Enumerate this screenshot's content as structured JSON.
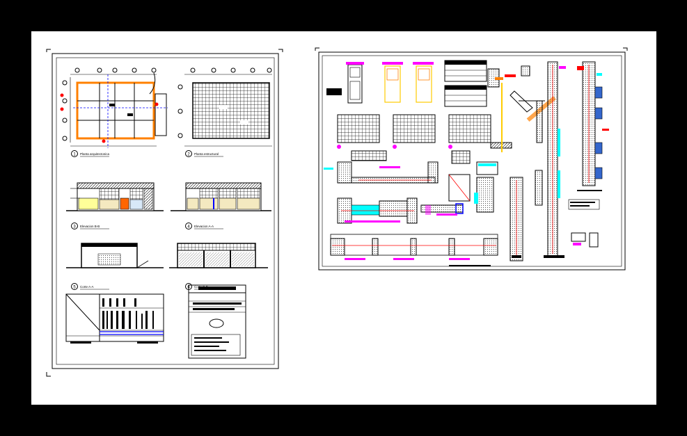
{
  "sheet1": {
    "labels": [
      {
        "num": "1",
        "title": "Planta arquitectonica"
      },
      {
        "num": "2",
        "title": "Planta estructural"
      },
      {
        "num": "3",
        "title": "Elevacion B-B"
      },
      {
        "num": "4",
        "title": "Elevacion A-A"
      },
      {
        "num": "5",
        "title": "Corte A-A"
      },
      {
        "num": "6",
        "title": "Corte B-B"
      }
    ]
  },
  "colors": {
    "background": "#000000",
    "paper": "#ffffff",
    "linework": "#000000",
    "accent_red": "#ff0000",
    "accent_magenta": "#ff00ff",
    "accent_cyan": "#00ffff",
    "accent_blue": "#0000ff",
    "accent_yellow": "#ffff00",
    "accent_orange": "#ff8000"
  }
}
